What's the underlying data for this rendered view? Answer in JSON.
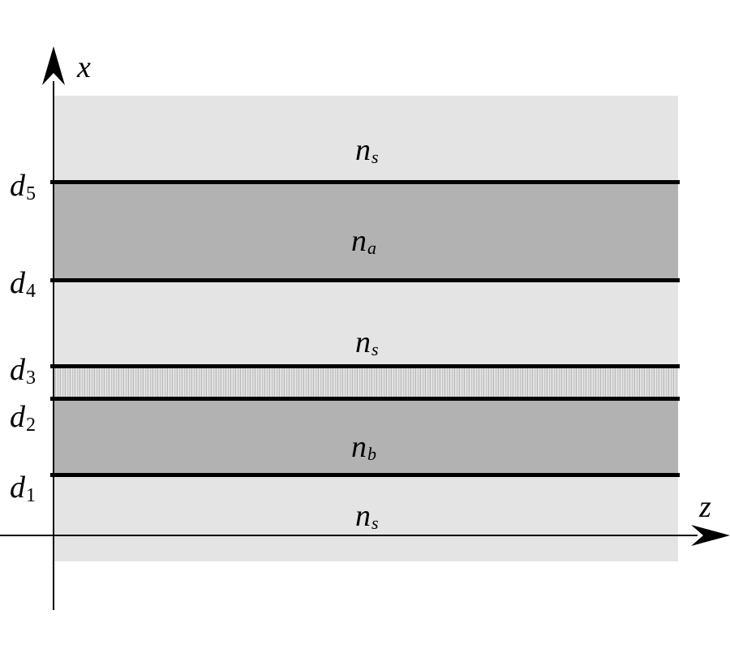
{
  "diagram": {
    "type": "layered waveguide cross-section",
    "axes": {
      "vertical": {
        "label": "x",
        "direction": "up"
      },
      "horizontal": {
        "label": "z",
        "direction": "right"
      }
    },
    "interfaces": [
      {
        "id": "d5",
        "base": "d",
        "sub": "5"
      },
      {
        "id": "d4",
        "base": "d",
        "sub": "4"
      },
      {
        "id": "d3",
        "base": "d",
        "sub": "3"
      },
      {
        "id": "d2",
        "base": "d",
        "sub": "2"
      },
      {
        "id": "d1",
        "base": "d",
        "sub": "1"
      }
    ],
    "layers": [
      {
        "name": "top-cladding",
        "base": "n",
        "sub": "s",
        "fill": "#e4e4e4"
      },
      {
        "name": "layer-a",
        "base": "n",
        "sub": "a",
        "fill": "#b2b2b2"
      },
      {
        "name": "middle-spacer",
        "base": "n",
        "sub": "s",
        "fill": "#e4e4e4"
      },
      {
        "name": "graded-layer",
        "base": "",
        "sub": "",
        "fill": "striped"
      },
      {
        "name": "layer-b",
        "base": "n",
        "sub": "b",
        "fill": "#b2b2b2"
      },
      {
        "name": "substrate",
        "base": "n",
        "sub": "s",
        "fill": "#e4e4e4"
      }
    ]
  }
}
